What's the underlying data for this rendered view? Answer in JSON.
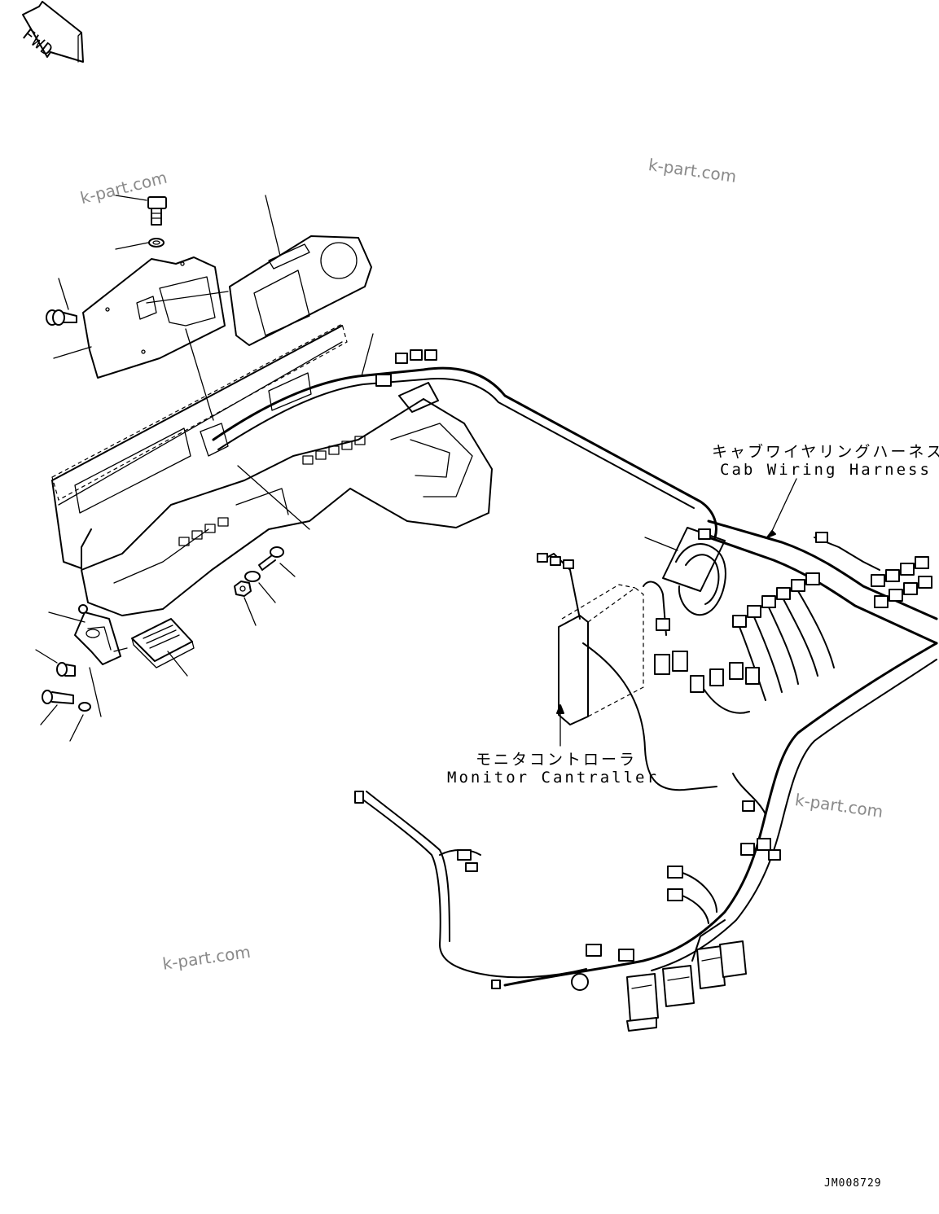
{
  "direction_marker": {
    "text": "FWD"
  },
  "callouts": {
    "cab_wiring_harness": {
      "jp": "キャブワイヤリングハーネス",
      "en": "Cab Wiring Harness"
    },
    "monitor_controller": {
      "jp": "モニタコントローラ",
      "en": "Monitor Cantraller"
    }
  },
  "watermarks": [
    "k-part.com",
    "k-part.com",
    "k-part.com",
    "k-part.com"
  ],
  "drawing_code": "JM008729"
}
